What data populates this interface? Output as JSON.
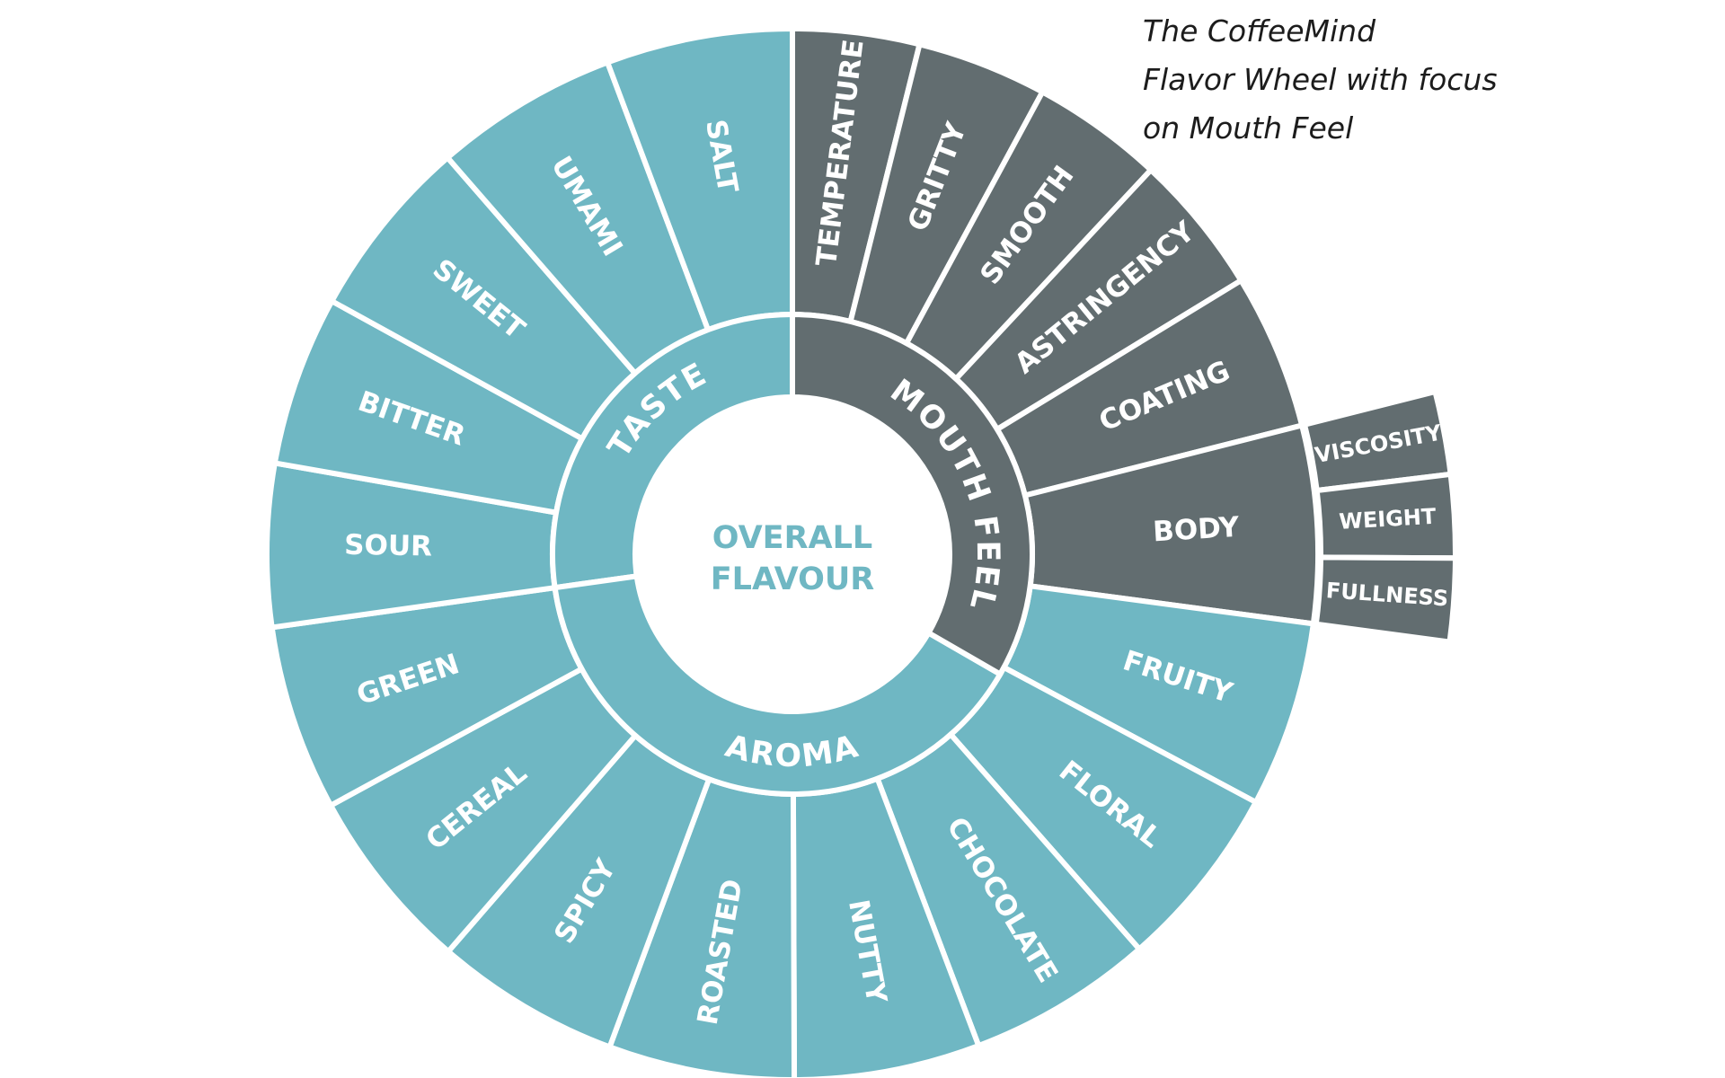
{
  "caption": {
    "line1": "The CoffeeMind",
    "line2": "Flavor Wheel with focus",
    "line3": "on Mouth Feel"
  },
  "center": {
    "line1": "OVERALL",
    "line2": "FLAVOUR"
  },
  "colors": {
    "teal": "#6fb7c3",
    "gray": "#626d70",
    "center_text": "#6fb7c3",
    "divider": "#ffffff"
  },
  "categories": [
    {
      "name": "TASTE",
      "color": "#6fb7c3",
      "items": [
        "SALT",
        "UMAMI",
        "SWEET",
        "BITTER",
        "SOUR"
      ]
    },
    {
      "name": "AROMA",
      "color": "#6fb7c3",
      "items": [
        "GREEN",
        "CEREAL",
        "SPICY",
        "ROASTED",
        "NUTTY",
        "CHOCOLATE",
        "FLORAL",
        "FRUITY"
      ]
    },
    {
      "name": "MOUTH FEEL",
      "color": "#626d70",
      "items": [
        "TEMPERATURE",
        "GRITTY",
        "SMOOTH",
        "ASTRINGENCY",
        "COATING",
        "BODY"
      ]
    }
  ],
  "body_subitems": [
    "VISCOSITY",
    "WEIGHT",
    "FULLNESS"
  ]
}
